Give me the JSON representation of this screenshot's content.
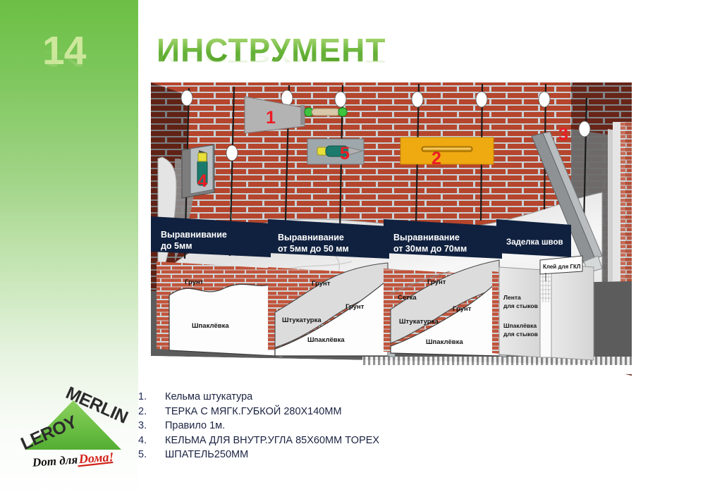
{
  "slide": {
    "page_number": "14",
    "title": "ИНСТРУМЕНТ"
  },
  "logo": {
    "word_left": "LEROY",
    "word_right": "MERLIN",
    "tagline": "Dom для Dома!"
  },
  "illustration": {
    "callouts": [
      {
        "id": "1",
        "label": "1",
        "tool": "plaster-trowel"
      },
      {
        "id": "2",
        "label": "2",
        "tool": "sponge-float"
      },
      {
        "id": "3",
        "label": "3",
        "tool": "straight-rule"
      },
      {
        "id": "4",
        "label": "4",
        "tool": "inner-corner-trowel"
      },
      {
        "id": "5",
        "label": "5",
        "tool": "spatula"
      }
    ],
    "panels": [
      {
        "title_line1": "Выравнивание",
        "title_line2": "до 5мм",
        "layers": [
          "Грунт",
          "Шпаклёвка"
        ]
      },
      {
        "title_line1": "Выравнивание",
        "title_line2": "от 5мм до 50 мм",
        "layers": [
          "Грунт",
          "Штукатурка",
          "Грунт",
          "Шпаклёвка"
        ]
      },
      {
        "title_line1": "Выравнивание",
        "title_line2": "от 30мм до 70мм",
        "layers": [
          "Грунт",
          "Сетка",
          "Штукатурка",
          "Грунт",
          "Шпаклёвка"
        ]
      },
      {
        "title_line1": "Заделка швов",
        "title_line2": "",
        "layers": [
          "Лента для стыков",
          "Шпаклёвка для стыков",
          "Клей для ГКЛ"
        ]
      }
    ]
  },
  "tool_list": [
    {
      "num": "1.",
      "text": "Кельма штукатура"
    },
    {
      "num": "2.",
      "text": "ТЕРКА С МЯГК.ГУБКОЙ 280Х140ММ"
    },
    {
      "num": "3.",
      "text": "Правило 1м."
    },
    {
      "num": "4.",
      "text": "КЕЛЬМА ДЛЯ ВНУТР.УГЛА 85Х60ММ TOPEX"
    },
    {
      "num": "5.",
      "text": "ШПАТЕЛЬ250ММ"
    }
  ],
  "colors": {
    "brand_green": "#6cbf45",
    "title_green": "#5fae31",
    "panel_navy": "#10213f",
    "callout_red": "#ed1c24",
    "list_navy": "#1b2342",
    "brick_red": "#b5442c",
    "floor_gray": "#5c5c5c"
  }
}
